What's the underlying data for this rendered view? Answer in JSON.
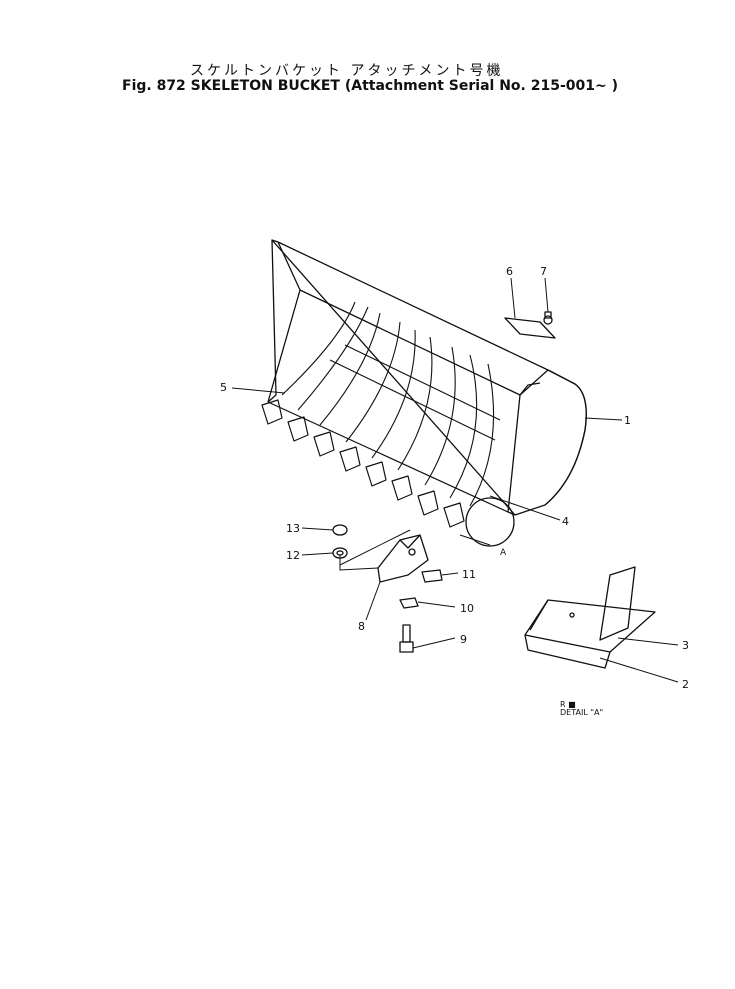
{
  "header": {
    "title_jp": "スケルトンバケット アタッチメント号機",
    "title_en": "Fig. 872  SKELETON BUCKET (Attachment Serial No. 215-001~ )"
  },
  "parts": [
    {
      "num": "1"
    },
    {
      "num": "2"
    },
    {
      "num": "3"
    },
    {
      "num": "4"
    },
    {
      "num": "5"
    },
    {
      "num": "6"
    },
    {
      "num": "7"
    },
    {
      "num": "8"
    },
    {
      "num": "9"
    },
    {
      "num": "10"
    },
    {
      "num": "11"
    },
    {
      "num": "12"
    },
    {
      "num": "13"
    }
  ],
  "detail": {
    "callout_letter": "A",
    "small_marks": "R  ■",
    "label": "DETAIL \"A\""
  }
}
